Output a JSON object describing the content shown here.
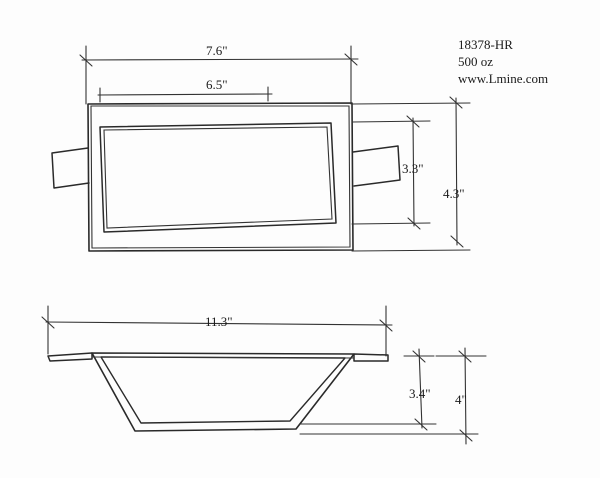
{
  "header": {
    "part_number": "18378-HR",
    "capacity": "500 oz",
    "website": "www.Lmine.com"
  },
  "top_view": {
    "overall_length": "7.6\"",
    "inner_length": "6.5\"",
    "inner_width": "3.3\"",
    "overall_width": "4.3\""
  },
  "side_view": {
    "total_length": "11.3\"",
    "inner_depth": "3.4\"",
    "overall_height": "4\""
  }
}
